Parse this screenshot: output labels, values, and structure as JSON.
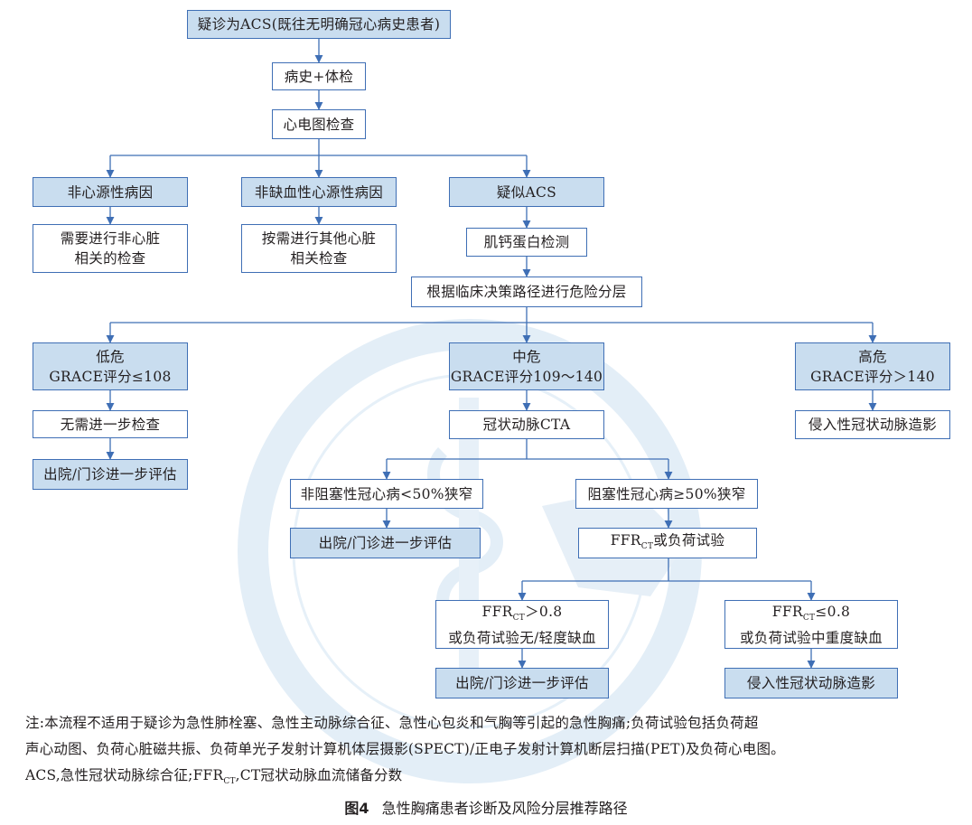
{
  "nodes": {
    "n1": [
      "疑诊为ACS(既往无明确冠心病史患者)"
    ],
    "n2": [
      "病史+体检"
    ],
    "n3": [
      "心电图检查"
    ],
    "n4": [
      "非心源性病因"
    ],
    "n5": [
      "非缺血性心源性病因"
    ],
    "n6": [
      "疑似ACS"
    ],
    "n7": [
      "需要进行非心脏",
      "相关的检查"
    ],
    "n8": [
      "按需进行其他心脏",
      "相关检查"
    ],
    "n9": [
      "肌钙蛋白检测"
    ],
    "n10": [
      "根据临床决策路径进行危险分层"
    ],
    "n11": [
      "低危",
      "GRACE评分≤108"
    ],
    "n12": [
      "中危",
      "GRACE评分109～140"
    ],
    "n13": [
      "高危",
      "GRACE评分＞140"
    ],
    "n14": [
      "无需进一步检查"
    ],
    "n15": [
      "出院/门诊进一步评估"
    ],
    "n16": [
      "冠状动脉CTA"
    ],
    "n17": [
      "侵入性冠状动脉造影"
    ],
    "n18": [
      "非阻塞性冠心病<50%狭窄"
    ],
    "n19": [
      "阻塞性冠心病≥50%狭窄"
    ],
    "n20": [
      "出院/门诊进一步评估"
    ],
    "n21_pre": "FFR",
    "n21_sub": "CT",
    "n21_post": "或负荷试验",
    "n22_pre": "FFR",
    "n22_sub": "CT",
    "n22_post": "＞0.8",
    "n22_line2": "或负荷试验无/轻度缺血",
    "n23_pre": "FFR",
    "n23_sub": "CT",
    "n23_post": "≤0.8",
    "n23_line2": "或负荷试验中重度缺血",
    "n24": [
      "出院/门诊进一步评估"
    ],
    "n25": [
      "侵入性冠状动脉造影"
    ]
  },
  "note": {
    "line1": "注:本流程不适用于疑诊为急性肺栓塞、急性主动脉综合征、急性心包炎和气胸等引起的急性胸痛;负荷试验包括负荷超",
    "line2": "声心动图、负荷心脏磁共振、负荷单光子发射计算机体层摄影(SPECT)/正电子发射计算机断层扫描(PET)及负荷心电图。",
    "line3_pre": "ACS,急性冠状动脉综合征;FFR",
    "line3_sub": "CT",
    "line3_post": ",CT冠状动脉血流储备分数"
  },
  "caption": {
    "label": "图4",
    "text": "急性胸痛患者诊断及风险分层推荐路径"
  },
  "colors": {
    "border": "#3f6fb5",
    "fill_blue": "#c9ddef",
    "watermark": "#e3eef7"
  }
}
